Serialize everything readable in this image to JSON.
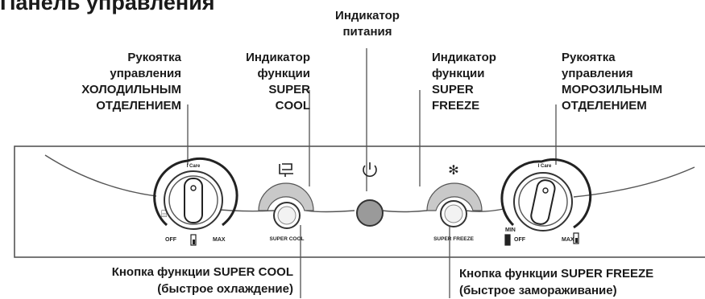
{
  "title": "Панель управления",
  "labels": {
    "power_indicator": [
      "Индикатор",
      "питания"
    ],
    "fridge_knob": [
      "Рукоятка",
      "управления",
      "ХОЛОДИЛЬНЫМ",
      "ОТДЕЛЕНИЕМ"
    ],
    "super_cool_indicator": [
      "Индикатор",
      "функции",
      "SUPER",
      "COOL"
    ],
    "super_freeze_indicator": [
      "Индикатор",
      "функции",
      "SUPER",
      "FREEZE"
    ],
    "freezer_knob": [
      "Рукоятка",
      "управления",
      "МОРОЗИЛЬНЫМ",
      "ОТДЕЛЕНИЕМ"
    ],
    "super_cool_button": [
      "Кнопка функции SUPER COOL",
      "(быстрое охлаждение)"
    ],
    "super_freeze_button": [
      "Кнопка функции SUPER FREEZE",
      "(быстрое замораживание)"
    ]
  },
  "panel": {
    "left_dial": {
      "off": "OFF",
      "max": "MAX",
      "top": "I Care"
    },
    "right_dial": {
      "min": "MIN",
      "off": "OFF",
      "max": "MAX",
      "top": "I Care"
    },
    "super_cool": "SUPER COOL",
    "super_freeze": "SUPER FREEZE",
    "snowflake": "✻"
  }
}
